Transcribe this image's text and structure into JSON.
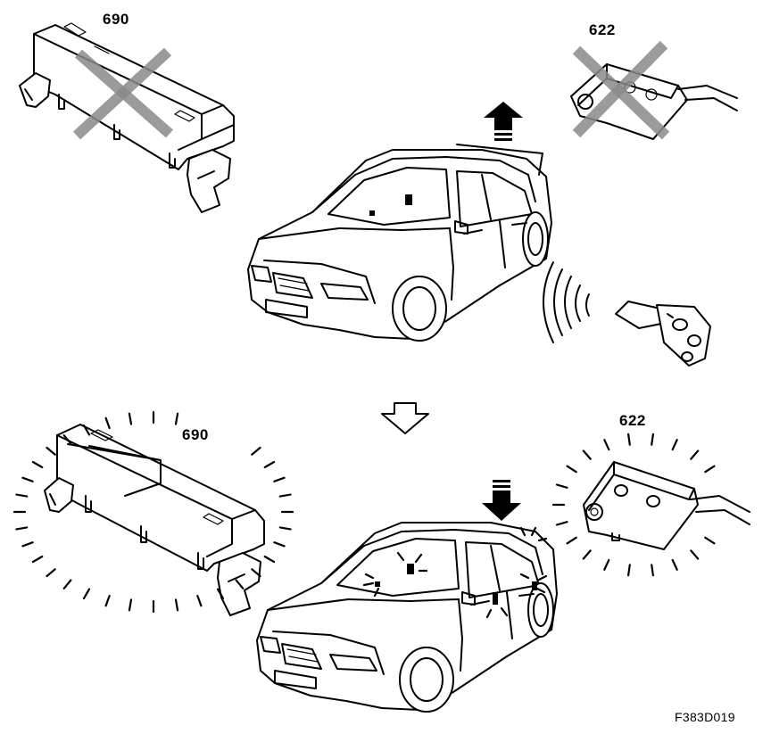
{
  "labels": {
    "module_690_top": "690",
    "module_622_top": "622",
    "module_690_bottom": "690",
    "module_622_bottom": "622"
  },
  "figure_code": "F383D019",
  "icons": {
    "cross_out": "x-mark-icon",
    "arrow_up": "arrow-up-icon",
    "arrow_down": "arrow-down-icon",
    "flow_arrow": "hollow-arrow-down-icon",
    "signal": "radio-waves-icon",
    "remote": "key-fob-icon"
  }
}
